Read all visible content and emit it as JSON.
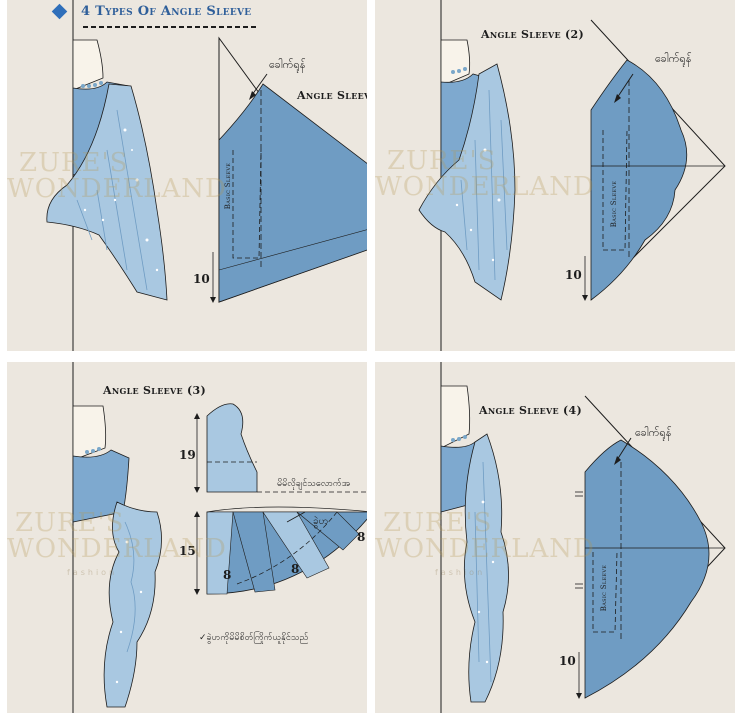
{
  "title": "4 Types Of Angle Sleeve",
  "watermark": {
    "line1": "ZURE'S",
    "line2": "WONDERLAND",
    "line3": "fashion"
  },
  "colors": {
    "background": "#ece7df",
    "pattern": "#6f9cc3",
    "pattern_dark": "#5d88b0",
    "pattern_light": "#a9c8e1",
    "outline": "#1d1d1d",
    "title_blue": "#2f5f9a"
  },
  "panels": [
    {
      "label": "Angle Sleeve",
      "callout": "ခေါက်ရုန်",
      "inner_label": "Basic Sleeve",
      "measure": "10"
    },
    {
      "label": "Angle Sleeve (2)",
      "callout": "ခေါက်ရုန်",
      "inner_label": "Basic Sleeve",
      "measure": "10"
    },
    {
      "label": "Angle Sleeve (3)",
      "top_measure": "19",
      "bottom_measure": "15",
      "note_right": "မိမိလိုချင်သလောက်အ",
      "wedge_label": "ခွဲဟ",
      "segments": [
        "8",
        "8",
        "8"
      ],
      "footer_note": "✓ခွဲဟကိုမိမိစိတ်ကြိုက်ယူနိုင်သည်"
    },
    {
      "label": "Angle Sleeve (4)",
      "callout": "ခေါက်ရုန်",
      "inner_label": "Basic Sleeve",
      "measure": "10"
    }
  ]
}
